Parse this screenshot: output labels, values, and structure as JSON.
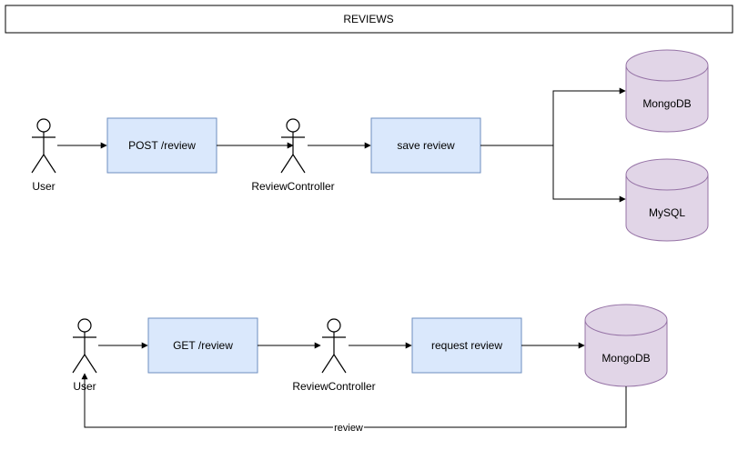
{
  "title": "REVIEWS",
  "colors": {
    "process_fill": "#dae8fc",
    "process_stroke": "#6c8ebf",
    "db_fill": "#e1d5e7",
    "db_stroke": "#9673a6",
    "line": "#000000"
  },
  "flow_post": {
    "actor_user": "User",
    "request": "POST /review",
    "actor_controller": "ReviewController",
    "action": "save review",
    "db_mongo": "MongoDB",
    "db_mysql": "MySQL"
  },
  "flow_get": {
    "actor_user": "User",
    "request": "GET /review",
    "actor_controller": "ReviewController",
    "action": "request review",
    "db_mongo": "MongoDB",
    "return_label": "review"
  }
}
